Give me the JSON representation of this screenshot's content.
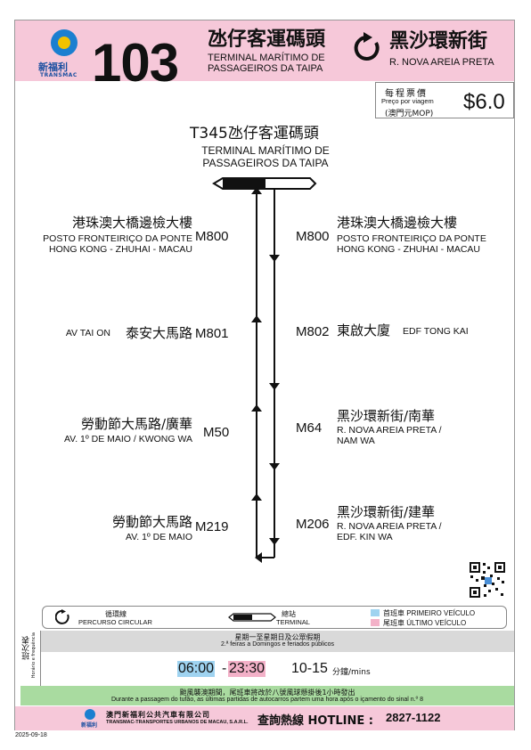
{
  "header": {
    "brand_cn": "新福利",
    "brand_en": "TRANSMAC",
    "route_number": "103",
    "origin_cn": "氹仔客運碼頭",
    "origin_pt_line1": "TERMINAL MARÍTIMO DE",
    "origin_pt_line2": "PASSAGEIROS DA TAIPA",
    "dest_cn": "黑沙環新街",
    "dest_pt": "R. NOVA AREIA PRETA",
    "direction_icon": "circular-arrow-icon"
  },
  "fare": {
    "label_cn": "每程票價",
    "label_pt": "Preço por viagem",
    "unit": "(澳門元MOP)",
    "price": "$6.0"
  },
  "terminal": {
    "code_cn": "T345氹仔客運碼頭",
    "pt_line1": "TERMINAL MARÍTIMO DE",
    "pt_line2": "PASSAGEIROS DA TAIPA"
  },
  "stops_left": [
    {
      "code": "M800",
      "cn": "港珠澳大橋邊檢大樓",
      "pt1": "POSTO FRONTEIRIÇO DA PONTE",
      "pt2": "HONG KONG - ZHUHAI - MACAU"
    },
    {
      "code": "M801",
      "cn": "泰安大馬路",
      "pt1": "AV TAI ON",
      "pt2": ""
    },
    {
      "code": "M50",
      "cn": "勞動節大馬路/廣華",
      "pt1": "AV. 1º DE MAIO / KWONG WA",
      "pt2": ""
    },
    {
      "code": "M219",
      "cn": "勞動節大馬路",
      "pt1": "AV. 1º DE MAIO",
      "pt2": ""
    }
  ],
  "stops_right": [
    {
      "code": "M800",
      "cn": "港珠澳大橋邊檢大樓",
      "pt1": "POSTO FRONTEIRIÇO DA PONTE",
      "pt2": "HONG KONG - ZHUHAI - MACAU"
    },
    {
      "code": "M802",
      "cn": "東啟大廈",
      "pt1": "EDF TONG KAI",
      "pt2": ""
    },
    {
      "code": "M64",
      "cn": "黑沙環新街/南華",
      "pt1": "R. NOVA AREIA PRETA /",
      "pt2": "NAM WA"
    },
    {
      "code": "M206",
      "cn": "黑沙環新街/建華",
      "pt1": "R. NOVA AREIA PRETA /",
      "pt2": "EDF. KIN WA"
    }
  ],
  "legend": {
    "circular_cn": "循環線",
    "circular_pt": "PERCURSO CIRCULAR",
    "terminal_cn": "總站",
    "terminal_pt": "TERMINAL",
    "first_bus": "首班車 PRIMEIRO VEÍCULO",
    "last_bus": "尾班車 ÚLTIMO VEÍCULO",
    "first_color": "#9fd3f0",
    "last_color": "#f3b1c8"
  },
  "schedule": {
    "side_cn": "班次表",
    "side_pt": "Horário e frequência",
    "days_cn": "星期一至星期日及公眾假期",
    "days_pt": "2.ª feiras a Domingos e feriados públicos",
    "first_time": "06:00",
    "separator": "-",
    "last_time": "23:30",
    "frequency": "10-15",
    "freq_unit": "分鐘/mins"
  },
  "typhoon": {
    "cn": "颱風襲澳期間，尾班車將改於八號風球懸掛後1小時發出",
    "pt": "Durante a passagem do tufão, as últimas partidas de autocarros partem uma hora após o içamento do sinal n.º 8"
  },
  "footer": {
    "company_cn": "澳門新福利公共汽車有限公司",
    "company_pt": "TRANSMAC-TRANSPORTES URBANOS DE MACAU, S.A.R.L.",
    "hotline_label": "查詢熱線 HOTLINE :",
    "hotline_number": "2827-1122",
    "logo_small": "新福利"
  },
  "print_date": "2025-09-18"
}
